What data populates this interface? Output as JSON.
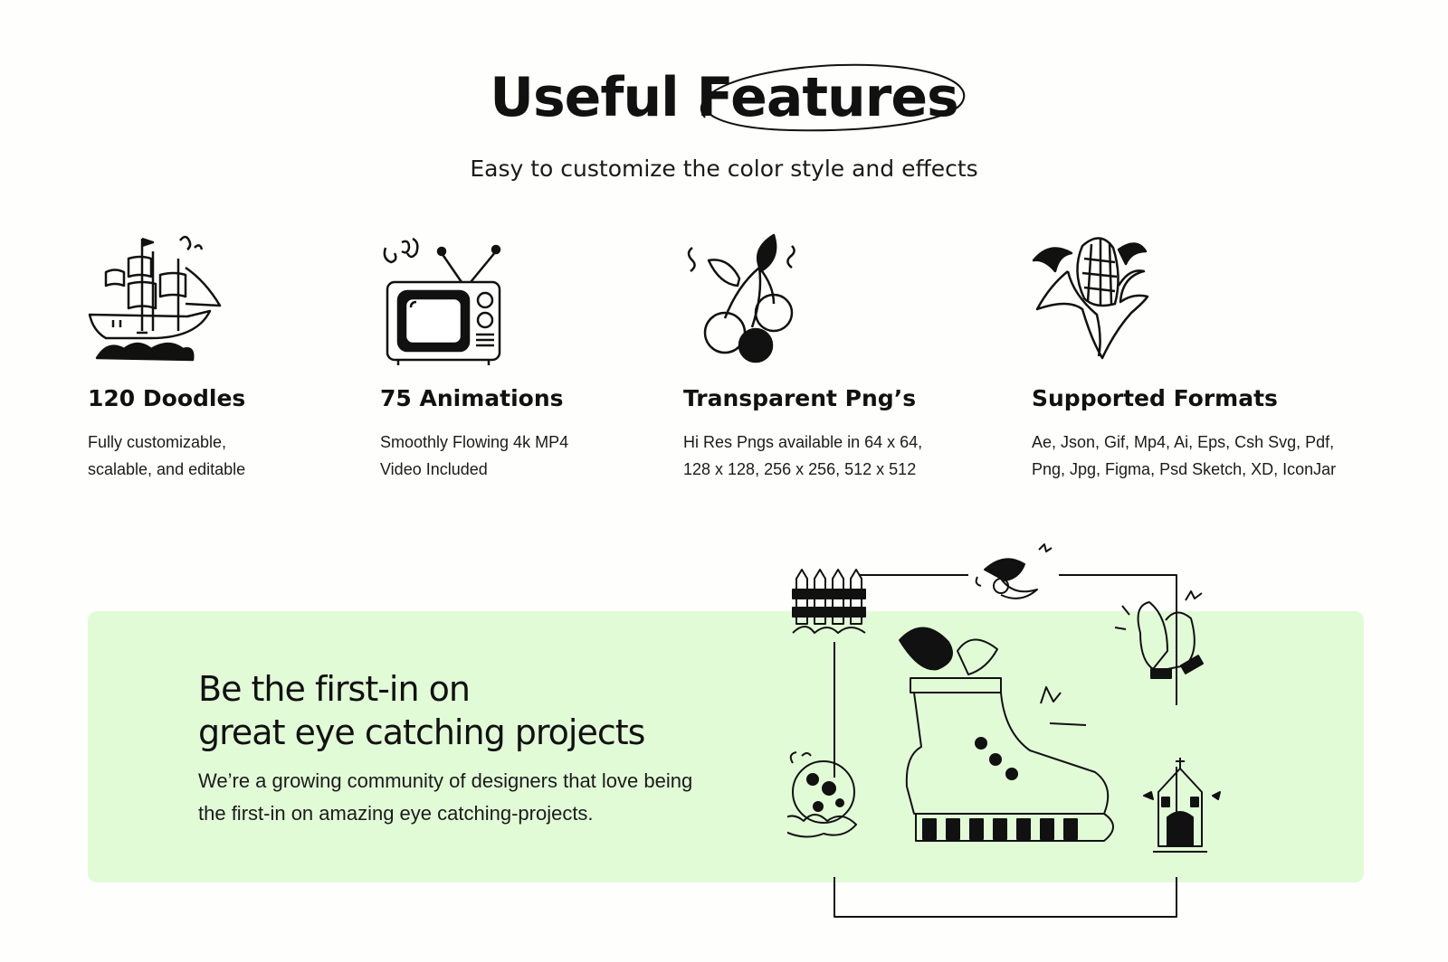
{
  "header": {
    "title_part1": "Useful",
    "title_part2": "Features",
    "subtitle": "Easy to customize the color style and effects"
  },
  "features": [
    {
      "icon": "ship-icon",
      "title": "120 Doodles",
      "line1": "Fully customizable,",
      "line2": "scalable, and editable"
    },
    {
      "icon": "tv-icon",
      "title": "75 Animations",
      "line1": "Smoothly Flowing 4k MP4",
      "line2": "Video Included"
    },
    {
      "icon": "cherries-icon",
      "title": "Transparent Png’s",
      "line1": "Hi Res Pngs available in 64 x 64,",
      "line2": "128 x 128, 256 x 256, 512 x 512"
    },
    {
      "icon": "corn-icon",
      "title": "Supported Formats",
      "line1": "Ae, Json, Gif, Mp4, Ai, Eps, Csh Svg, Pdf,",
      "line2": "Png, Jpg, Figma, Psd Sketch, XD, IconJar"
    }
  ],
  "banner": {
    "heading_line1": "Be the first-in on",
    "heading_line2": "great eye catching projects",
    "text_line1": "We’re a growing community of designers that love being",
    "text_line2": "the first-in on amazing eye catching-projects.",
    "background": "#e2fbd7"
  },
  "illustration_icons": [
    "fence-icon",
    "radish-icon",
    "clapping-hands-icon",
    "boot-icon",
    "moon-clouds-icon",
    "church-icon"
  ]
}
